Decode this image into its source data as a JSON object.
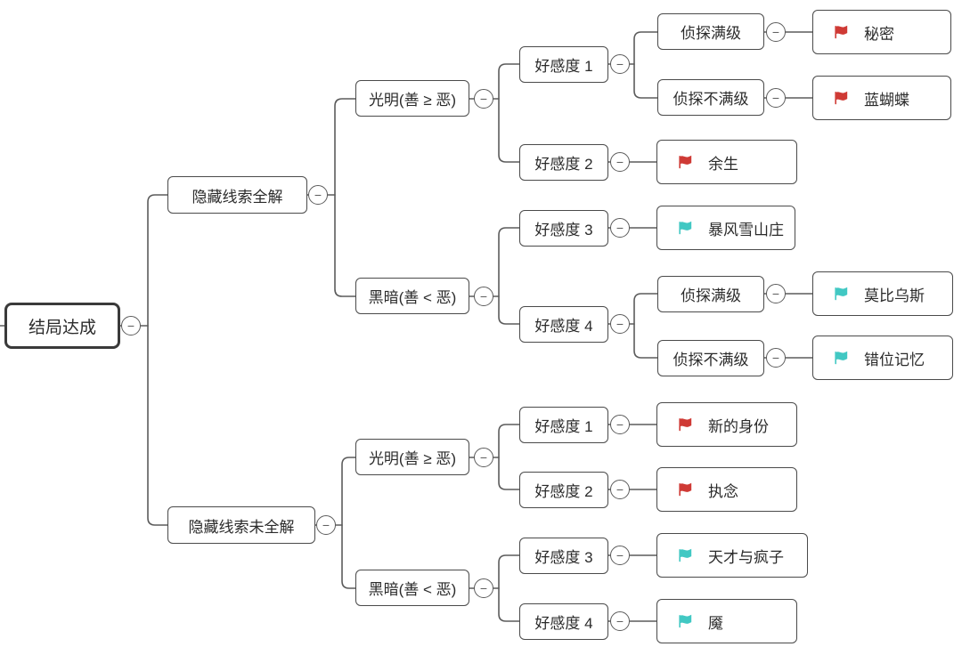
{
  "ui": {
    "collapse_glyph": "−"
  },
  "colors": {
    "flag_red": "#cf3a35",
    "flag_teal": "#41c8c3",
    "connector": "#5b5b5b",
    "node_border": "#4a4a4a",
    "text": "#2b2b2b",
    "background": "#ffffff"
  },
  "mindmap": {
    "label": "结局达成",
    "children": [
      {
        "label": "隐藏线索全解",
        "children": [
          {
            "label": "光明(善 ≥ 恶)",
            "children": [
              {
                "label": "好感度 1",
                "children": [
                  {
                    "label": "侦探满级",
                    "children": [
                      {
                        "label": "秘密",
                        "flag": "flag_red"
                      }
                    ]
                  },
                  {
                    "label": "侦探不满级",
                    "children": [
                      {
                        "label": "蓝蝴蝶",
                        "flag": "flag_red"
                      }
                    ]
                  }
                ]
              },
              {
                "label": "好感度 2",
                "children": [
                  {
                    "label": "余生",
                    "flag": "flag_red"
                  }
                ]
              }
            ]
          },
          {
            "label": "黑暗(善 < 恶)",
            "children": [
              {
                "label": "好感度 3",
                "children": [
                  {
                    "label": "暴风雪山庄",
                    "flag": "flag_teal"
                  }
                ]
              },
              {
                "label": "好感度 4",
                "children": [
                  {
                    "label": "侦探满级",
                    "children": [
                      {
                        "label": "莫比乌斯",
                        "flag": "flag_teal"
                      }
                    ]
                  },
                  {
                    "label": "侦探不满级",
                    "children": [
                      {
                        "label": "错位记忆",
                        "flag": "flag_teal"
                      }
                    ]
                  }
                ]
              }
            ]
          }
        ]
      },
      {
        "label": "隐藏线索未全解",
        "children": [
          {
            "label": "光明(善 ≥ 恶)",
            "children": [
              {
                "label": "好感度 1",
                "children": [
                  {
                    "label": "新的身份",
                    "flag": "flag_red"
                  }
                ]
              },
              {
                "label": "好感度 2",
                "children": [
                  {
                    "label": "执念",
                    "flag": "flag_red"
                  }
                ]
              }
            ]
          },
          {
            "label": "黑暗(善 < 恶)",
            "children": [
              {
                "label": "好感度 3",
                "children": [
                  {
                    "label": "天才与疯子",
                    "flag": "flag_teal"
                  }
                ]
              },
              {
                "label": "好感度 4",
                "children": [
                  {
                    "label": "魇",
                    "flag": "flag_teal"
                  }
                ]
              }
            ]
          }
        ]
      }
    ]
  }
}
